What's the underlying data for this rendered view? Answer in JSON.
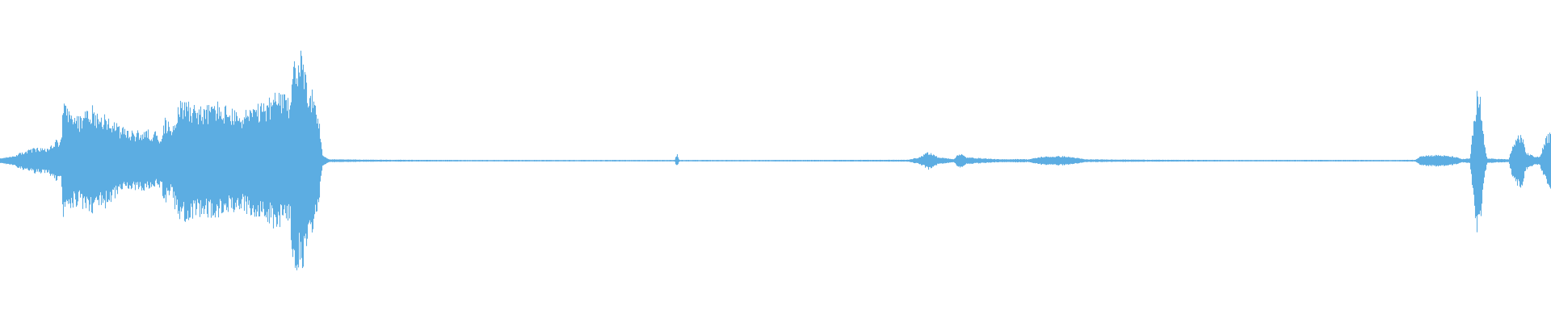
{
  "waveform": {
    "color": "#5DADE2",
    "channels": 1,
    "amplitude_envelope": [
      [
        0.0,
        0.02
      ],
      [
        0.8,
        0.04
      ],
      [
        1.5,
        0.08
      ],
      [
        2.2,
        0.11
      ],
      [
        3.0,
        0.1
      ],
      [
        3.6,
        0.18
      ],
      [
        3.9,
        0.16
      ],
      [
        4.1,
        0.55
      ],
      [
        4.3,
        0.45
      ],
      [
        4.6,
        0.4
      ],
      [
        5.2,
        0.38
      ],
      [
        5.8,
        0.48
      ],
      [
        6.3,
        0.42
      ],
      [
        6.8,
        0.4
      ],
      [
        7.3,
        0.33
      ],
      [
        7.9,
        0.28
      ],
      [
        8.5,
        0.25
      ],
      [
        9.2,
        0.26
      ],
      [
        9.9,
        0.26
      ],
      [
        10.3,
        0.22
      ],
      [
        10.6,
        0.36
      ],
      [
        11.0,
        0.31
      ],
      [
        11.5,
        0.5
      ],
      [
        12.0,
        0.54
      ],
      [
        12.6,
        0.48
      ],
      [
        13.2,
        0.45
      ],
      [
        13.8,
        0.52
      ],
      [
        14.3,
        0.47
      ],
      [
        14.8,
        0.46
      ],
      [
        15.3,
        0.4
      ],
      [
        15.8,
        0.44
      ],
      [
        16.3,
        0.46
      ],
      [
        16.9,
        0.48
      ],
      [
        17.4,
        0.54
      ],
      [
        17.9,
        0.6
      ],
      [
        18.3,
        0.55
      ],
      [
        18.7,
        0.55
      ],
      [
        18.9,
        0.92
      ],
      [
        19.2,
        0.95
      ],
      [
        19.5,
        0.9
      ],
      [
        19.9,
        0.68
      ],
      [
        20.3,
        0.55
      ],
      [
        20.6,
        0.3
      ],
      [
        20.8,
        0.05
      ],
      [
        21.2,
        0.012
      ],
      [
        25.0,
        0.008
      ],
      [
        30.0,
        0.006
      ],
      [
        38.0,
        0.006
      ],
      [
        43.5,
        0.006
      ],
      [
        43.65,
        0.06
      ],
      [
        43.8,
        0.006
      ],
      [
        50.0,
        0.006
      ],
      [
        58.5,
        0.008
      ],
      [
        59.3,
        0.03
      ],
      [
        59.9,
        0.08
      ],
      [
        60.5,
        0.03
      ],
      [
        61.5,
        0.015
      ],
      [
        61.9,
        0.07
      ],
      [
        62.3,
        0.03
      ],
      [
        63.5,
        0.02
      ],
      [
        64.5,
        0.012
      ],
      [
        65.8,
        0.015
      ],
      [
        66.3,
        0.012
      ],
      [
        67.2,
        0.035
      ],
      [
        68.5,
        0.04
      ],
      [
        69.2,
        0.03
      ],
      [
        70.0,
        0.012
      ],
      [
        75.0,
        0.008
      ],
      [
        80.0,
        0.006
      ],
      [
        85.0,
        0.007
      ],
      [
        90.0,
        0.006
      ],
      [
        91.3,
        0.008
      ],
      [
        91.6,
        0.045
      ],
      [
        92.8,
        0.05
      ],
      [
        93.8,
        0.035
      ],
      [
        94.3,
        0.015
      ],
      [
        94.8,
        0.02
      ],
      [
        95.2,
        0.55
      ],
      [
        95.4,
        0.7
      ],
      [
        95.6,
        0.3
      ],
      [
        95.9,
        0.02
      ],
      [
        97.3,
        0.012
      ],
      [
        97.5,
        0.12
      ],
      [
        97.8,
        0.2
      ],
      [
        98.1,
        0.25
      ],
      [
        98.4,
        0.08
      ],
      [
        98.9,
        0.04
      ],
      [
        99.3,
        0.035
      ],
      [
        99.7,
        0.2
      ],
      [
        100.0,
        0.25
      ]
    ]
  }
}
